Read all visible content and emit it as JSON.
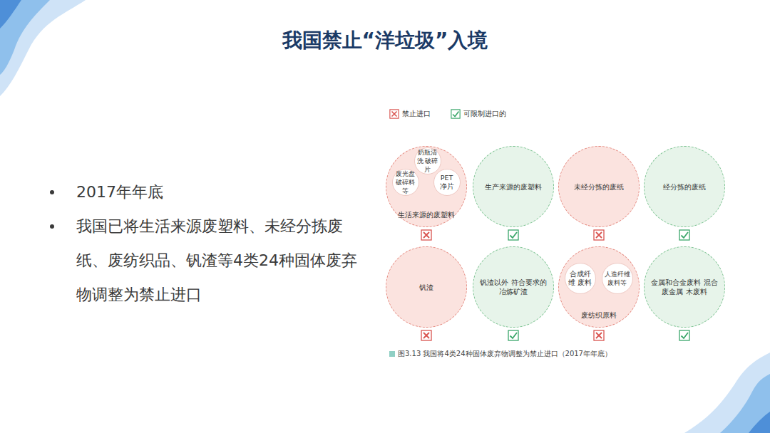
{
  "diagram": {
    "title": "我国禁止“洋垃圾”入境",
    "caption": "图3.13 我国将4类24种固体废弃物调整为禁止进口（2017年年底）",
    "nodes": [
      {
        "text": [
          "生活来源的废塑料"
        ]
      },
      {
        "text": [
          "奶瓶清洗 破碎片"
        ],
        "in": 0
      },
      {
        "text": [
          "废光盘 破碎料等"
        ],
        "in": 0
      },
      {
        "text": [
          "PET 净片"
        ],
        "in": 0
      },
      {
        "text": [
          "生产来源的废塑料"
        ]
      },
      {
        "text": [
          "未经分拣的废纸"
        ]
      },
      {
        "text": [
          "经分拣的废纸"
        ]
      },
      {
        "text": [
          "钒渣"
        ]
      },
      {
        "text": [
          "钒渣以外 符合要求的 冶炼矿渣"
        ]
      },
      {
        "text": [
          "废纺织原料"
        ]
      },
      {
        "text": [
          "合成纤维 废料"
        ],
        "in": 9
      },
      {
        "text": [
          "人造纤维 废料等"
        ],
        "in": 9
      },
      {
        "text": [
          "金属和合金废料 混合废金属 木废料"
        ]
      }
    ],
    "labels": [
      "2017年年底",
      "我国已将生活来源废塑料、未经分拣废纸、废纺织品、钒渣等4类24种固体废弃物调整为禁止进口"
    ],
    "legend": [
      {
        "text": "禁止进口"
      },
      {
        "text": "可限制进口的"
      }
    ]
  }
}
